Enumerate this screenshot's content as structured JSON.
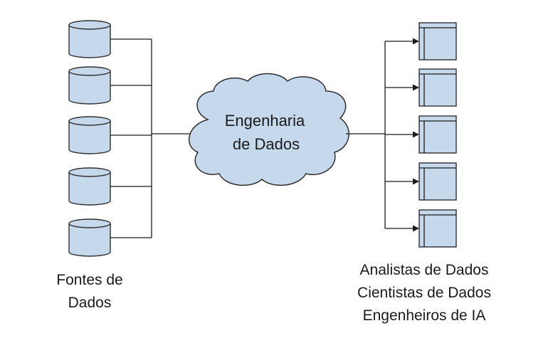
{
  "center": {
    "line1": "Engenharia",
    "line2": "de Dados"
  },
  "sources": {
    "label_line1": "Fontes de",
    "label_line2": "Dados",
    "count": 5,
    "icon": "database-cylinder-icon"
  },
  "consumers": {
    "label_lines": [
      "Analistas de Dados",
      "Cientistas de Dados",
      "Engenheiros de IA"
    ],
    "count": 5,
    "icon": "application-window-icon"
  },
  "colors": {
    "shape_fill": "#c5d8ec",
    "outline": "#2f2f2f",
    "line": "#1a1a1a"
  }
}
